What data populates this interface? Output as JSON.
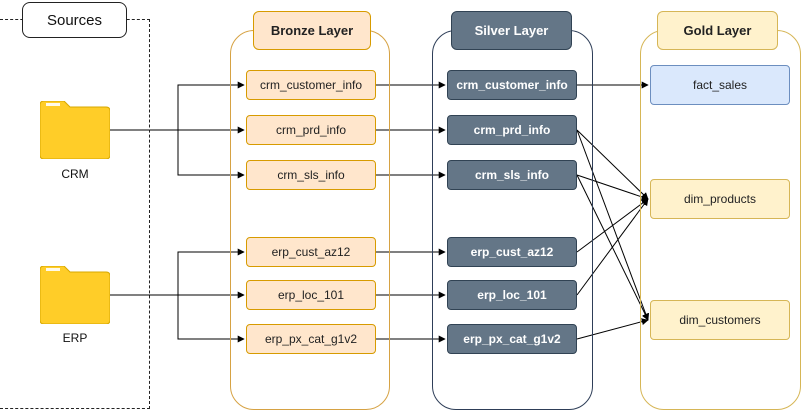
{
  "sources": {
    "title": "Sources",
    "items": [
      "CRM",
      "ERP"
    ]
  },
  "layers": {
    "bronze": {
      "title": "Bronze Layer",
      "tables": [
        "crm_customer_info",
        "crm_prd_info",
        "crm_sls_info",
        "erp_cust_az12",
        "erp_loc_101",
        "erp_px_cat_g1v2"
      ]
    },
    "silver": {
      "title": "Silver Layer",
      "tables": [
        "crm_customer_info",
        "crm_prd_info",
        "crm_sls_info",
        "erp_cust_az12",
        "erp_loc_101",
        "erp_px_cat_g1v2"
      ]
    },
    "gold": {
      "title": "Gold Layer",
      "tables": [
        "fact_sales",
        "dim_products",
        "dim_customers"
      ]
    }
  },
  "colors": {
    "bronze_fill": "#ffe6cc",
    "bronze_stroke": "#d79b00",
    "silver_fill": "#647687",
    "silver_stroke": "#314354",
    "gold_fill": "#fff2cc",
    "gold_stroke": "#d6b656",
    "fact_fill": "#dae8fc",
    "fact_stroke": "#6c8ebf",
    "folder": "#ffcd28"
  },
  "edges": [
    {
      "from": "sources.CRM",
      "to": "bronze.crm_customer_info"
    },
    {
      "from": "sources.CRM",
      "to": "bronze.crm_prd_info"
    },
    {
      "from": "sources.CRM",
      "to": "bronze.crm_sls_info"
    },
    {
      "from": "sources.ERP",
      "to": "bronze.erp_cust_az12"
    },
    {
      "from": "sources.ERP",
      "to": "bronze.erp_loc_101"
    },
    {
      "from": "sources.ERP",
      "to": "bronze.erp_px_cat_g1v2"
    },
    {
      "from": "bronze.crm_customer_info",
      "to": "silver.crm_customer_info"
    },
    {
      "from": "bronze.crm_prd_info",
      "to": "silver.crm_prd_info"
    },
    {
      "from": "bronze.crm_sls_info",
      "to": "silver.crm_sls_info"
    },
    {
      "from": "bronze.erp_cust_az12",
      "to": "silver.erp_cust_az12"
    },
    {
      "from": "bronze.erp_loc_101",
      "to": "silver.erp_loc_101"
    },
    {
      "from": "bronze.erp_px_cat_g1v2",
      "to": "silver.erp_px_cat_g1v2"
    },
    {
      "from": "silver.crm_customer_info",
      "to": "gold.fact_sales"
    },
    {
      "from": "silver.crm_prd_info",
      "to": "gold.dim_products"
    },
    {
      "from": "silver.crm_prd_info",
      "to": "gold.dim_customers"
    },
    {
      "from": "silver.crm_sls_info",
      "to": "gold.dim_products"
    },
    {
      "from": "silver.crm_sls_info",
      "to": "gold.dim_customers"
    },
    {
      "from": "silver.erp_cust_az12",
      "to": "gold.dim_products"
    },
    {
      "from": "silver.erp_loc_101",
      "to": "gold.dim_products"
    },
    {
      "from": "silver.erp_px_cat_g1v2",
      "to": "gold.dim_customers"
    }
  ]
}
